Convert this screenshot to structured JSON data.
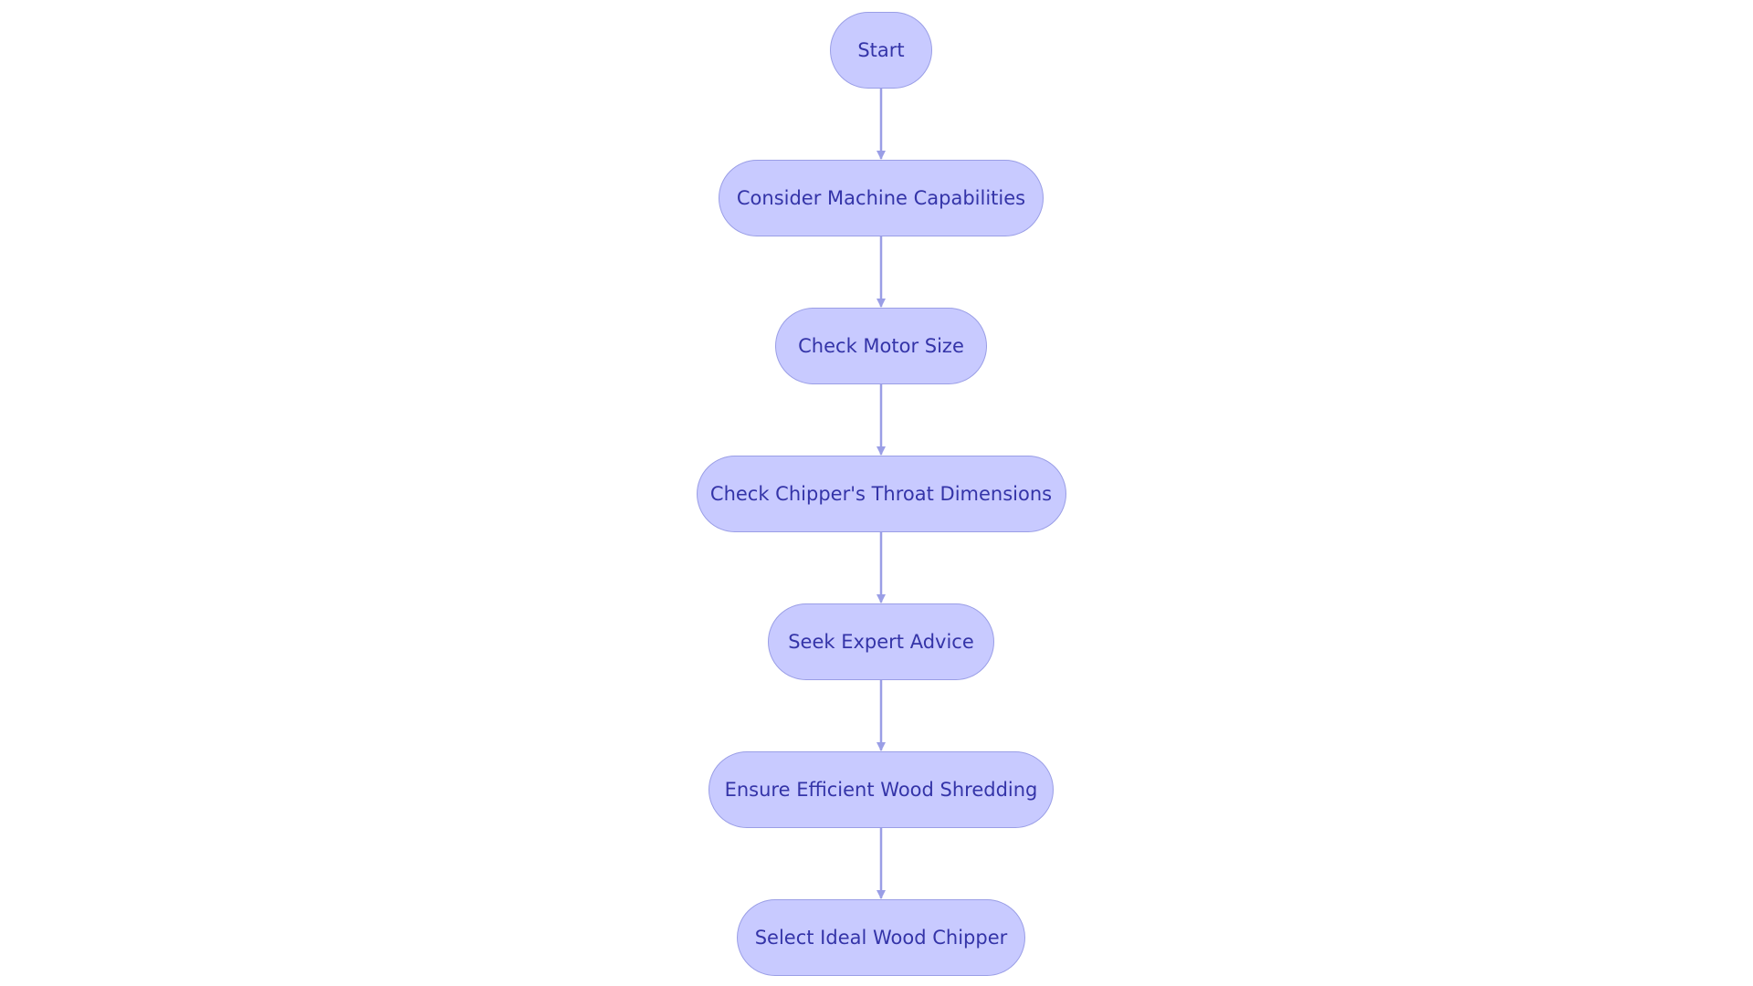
{
  "colors": {
    "node_fill": "#c8caff",
    "node_border": "#9a9ee6",
    "node_text": "#3434a8",
    "edge": "#9a9ee6"
  },
  "flowchart": {
    "nodes": [
      {
        "id": "start",
        "label": "Start"
      },
      {
        "id": "capabilities",
        "label": "Consider Machine Capabilities"
      },
      {
        "id": "motor",
        "label": "Check Motor Size"
      },
      {
        "id": "throat",
        "label": "Check Chipper's Throat Dimensions"
      },
      {
        "id": "expert",
        "label": "Seek Expert Advice"
      },
      {
        "id": "shredding",
        "label": "Ensure Efficient Wood Shredding"
      },
      {
        "id": "select",
        "label": "Select Ideal Wood Chipper"
      }
    ],
    "edges": [
      {
        "from": "start",
        "to": "capabilities"
      },
      {
        "from": "capabilities",
        "to": "motor"
      },
      {
        "from": "motor",
        "to": "throat"
      },
      {
        "from": "throat",
        "to": "expert"
      },
      {
        "from": "expert",
        "to": "shredding"
      },
      {
        "from": "shredding",
        "to": "select"
      }
    ]
  }
}
